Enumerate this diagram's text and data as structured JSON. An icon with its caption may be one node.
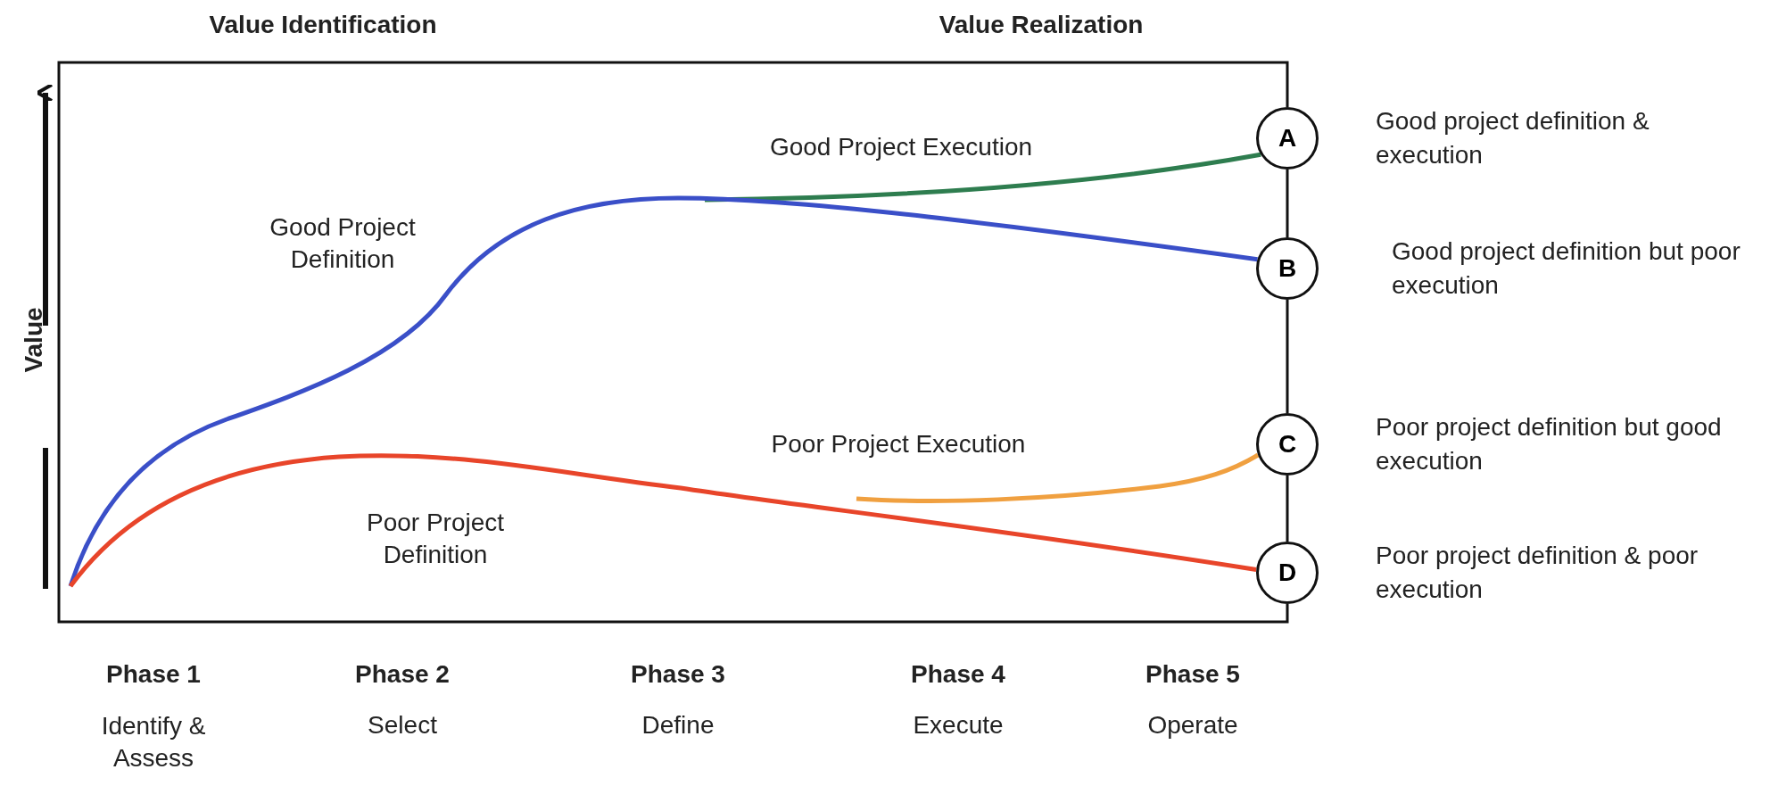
{
  "diagram": {
    "nodes": [
      {
        "text": [
          "A"
        ],
        "beside": [
          "Good project definition & execution"
        ]
      },
      {
        "text": [
          "B"
        ],
        "beside": [
          "Good project definition but poor execution"
        ]
      },
      {
        "text": [
          "C"
        ],
        "beside": [
          "Poor project definition but  good execution"
        ]
      },
      {
        "text": [
          "D"
        ],
        "beside": [
          "Poor project definition &  poor execution"
        ]
      }
    ],
    "edges": [
      {
        "from": null,
        "to": 0,
        "arrow": "none",
        "color": "#2e7d4f"
      },
      {
        "from": null,
        "to": 1,
        "arrow": "none",
        "color": "#3a4fc8"
      },
      {
        "from": null,
        "to": 2,
        "arrow": "none",
        "color": "#f0a040"
      },
      {
        "from": null,
        "to": 3,
        "arrow": "none",
        "color": "#e8452a"
      },
      {
        "from": 0,
        "to": 1,
        "arrow": "none"
      },
      {
        "from": 1,
        "to": 2,
        "arrow": "none"
      },
      {
        "from": 2,
        "to": 3,
        "arrow": "none"
      }
    ],
    "labels": [
      "Value Identification",
      "Value Realization",
      "Value",
      "Good Project Execution",
      "Good Project Definition",
      "Poor Project Execution",
      "Poor Project Definition",
      "Phase 1",
      "Phase 2",
      "Phase 3",
      "Phase 4",
      "Phase 5",
      "Identify & Assess",
      "Select",
      "Define",
      "Execute",
      "Operate"
    ]
  }
}
